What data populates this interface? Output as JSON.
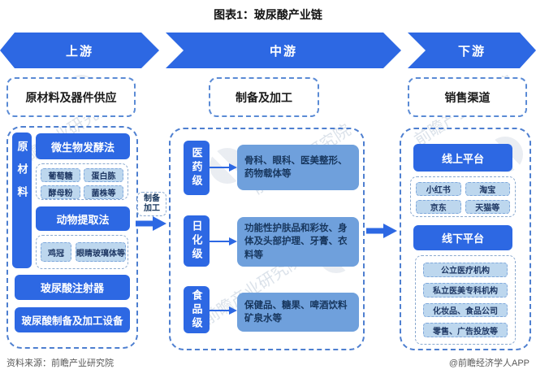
{
  "title": "图表1：玻尿酸产业链",
  "banner": {
    "segments": [
      "上游",
      "中游",
      "下游"
    ]
  },
  "upstream": {
    "header": "原材料及器件供应",
    "side_label": "原材料",
    "method1": {
      "title": "微生物发酵法",
      "items": [
        "葡萄糖",
        "蛋白胨",
        "酵母粉",
        "菌株等"
      ]
    },
    "method2": {
      "title": "动物提取法",
      "items": [
        "鸡冠",
        "眼睛玻璃体等"
      ]
    },
    "device1": "玻尿酸注射器",
    "device2": "玻尿酸制备及加工设备"
  },
  "connector": {
    "line1": "制备",
    "line2": "加工"
  },
  "midstream": {
    "header": "制备及加工",
    "rows": [
      {
        "grade": "医药级",
        "desc": "骨科、眼科、医美整形、药物载体等"
      },
      {
        "grade": "日化级",
        "desc": "功能性护肤品和彩妆、身体及头部护理、牙膏、衣料等"
      },
      {
        "grade": "食品级",
        "desc": "保健品、糖果、啤酒饮料矿泉水等"
      }
    ]
  },
  "downstream": {
    "header": "销售渠道",
    "online": {
      "title": "线上平台",
      "items": [
        "小红书",
        "淘宝",
        "京东",
        "天猫等"
      ]
    },
    "offline": {
      "title": "线下平台",
      "items": [
        "公立医疗机构",
        "私立医美专科机构",
        "化妆品、食品公司",
        "零售、广告投放等"
      ]
    }
  },
  "footer": {
    "source": "资料来源：前瞻产业研究院",
    "credit": "@前瞻经济学人APP"
  },
  "watermark": {
    "text": "前瞻产业研究院"
  },
  "colors": {
    "primary_blue": "#2d68e3",
    "desc_blue": "#6fa0dc",
    "light_blue": "#bdd7ee",
    "dashed_border": "#4e7fd0",
    "text_navy": "#1f3864"
  }
}
